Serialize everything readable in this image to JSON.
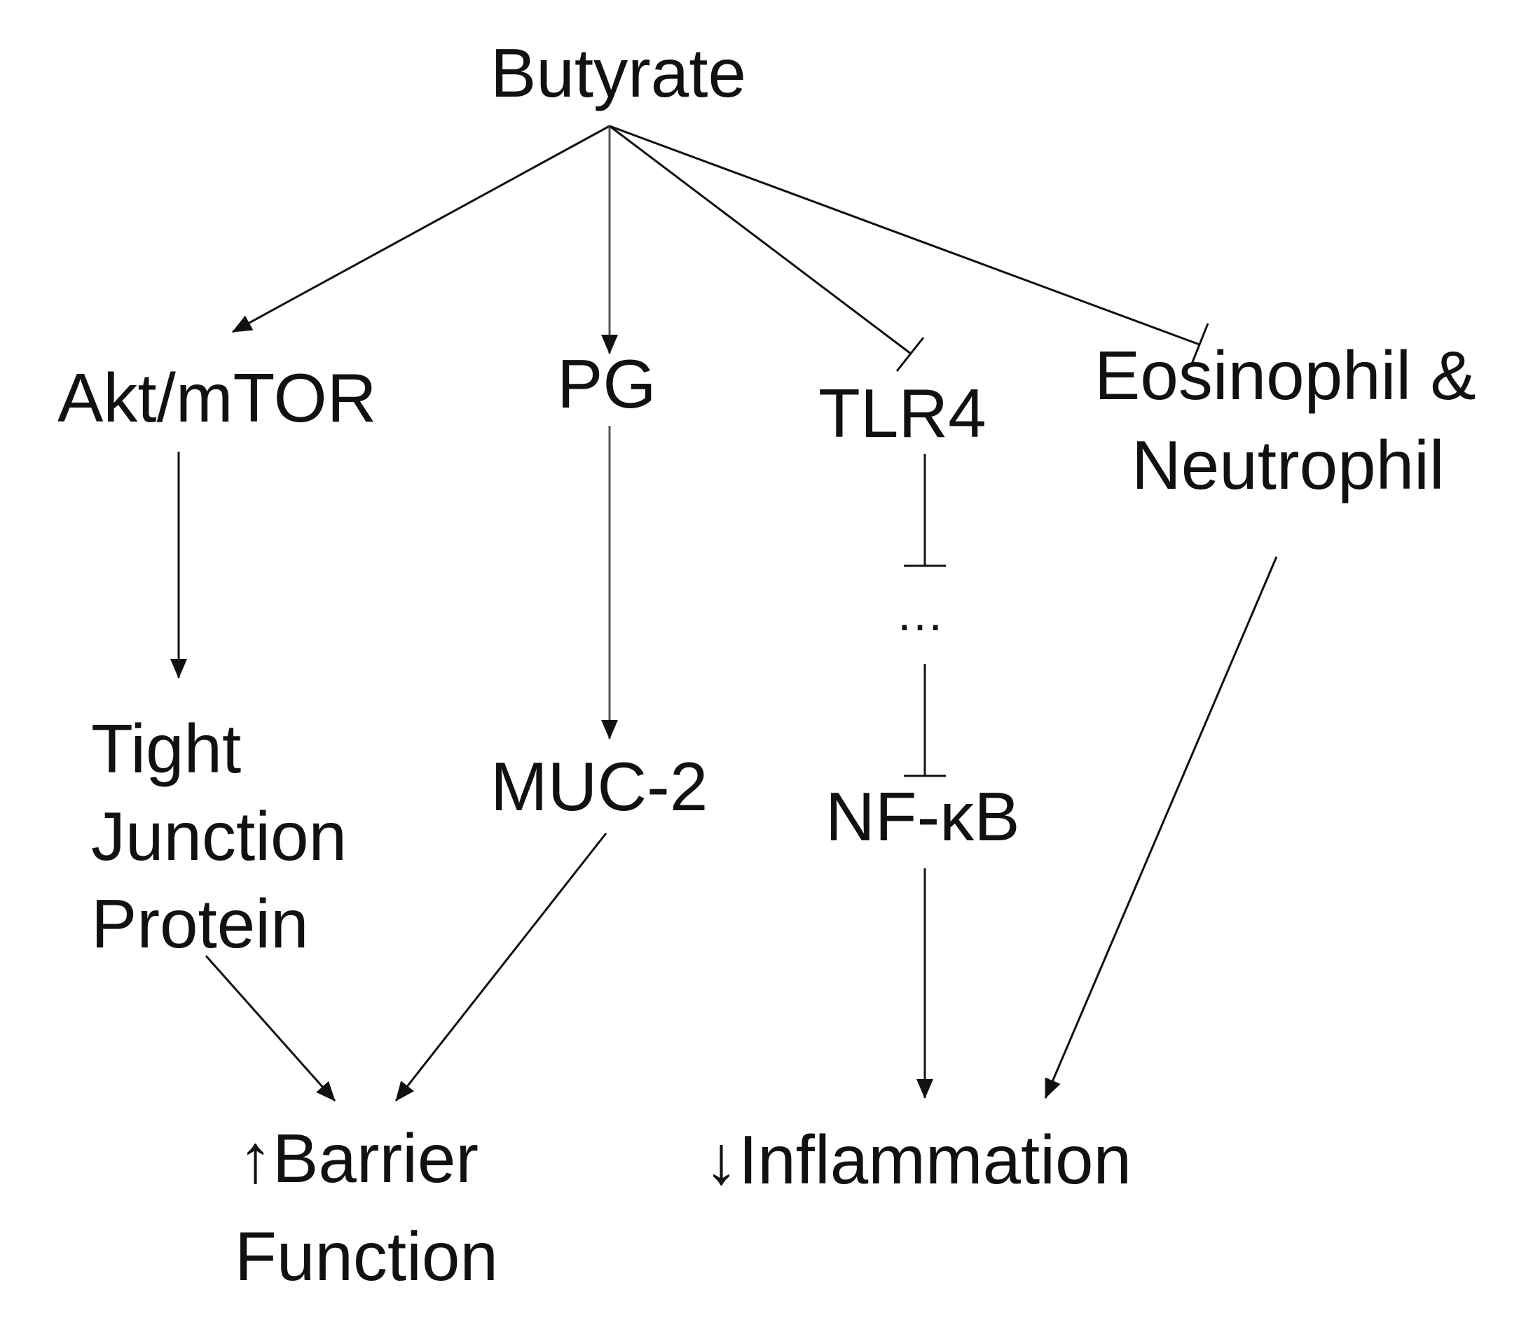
{
  "nodes": {
    "butyrate": "Butyrate",
    "akt_mtor": "Akt/mTOR",
    "pg": "PG",
    "tlr4": "TLR4",
    "eosinophil_line1": "Eosinophil &",
    "eosinophil_line2": "Neutrophil",
    "tight_line1": "Tight",
    "tight_line2": "Junction",
    "tight_line3": "Protein",
    "muc2": "MUC-2",
    "ellipsis": "…",
    "nfkb": "NF-κB",
    "barrier_line1": "↑Barrier",
    "barrier_line2": "Function",
    "inflammation": "↓Inflammation"
  },
  "edges": [
    {
      "from": "Butyrate",
      "to": "Akt/mTOR",
      "type": "activation"
    },
    {
      "from": "Butyrate",
      "to": "PG",
      "type": "activation"
    },
    {
      "from": "Butyrate",
      "to": "TLR4",
      "type": "inhibition"
    },
    {
      "from": "Butyrate",
      "to": "Eosinophil & Neutrophil",
      "type": "inhibition"
    },
    {
      "from": "Akt/mTOR",
      "to": "Tight Junction Protein",
      "type": "activation"
    },
    {
      "from": "PG",
      "to": "MUC-2",
      "type": "activation"
    },
    {
      "from": "TLR4",
      "to": "…",
      "type": "inhibition"
    },
    {
      "from": "…",
      "to": "NF-κB",
      "type": "inhibition"
    },
    {
      "from": "Tight Junction Protein",
      "to": "↑Barrier Function",
      "type": "activation"
    },
    {
      "from": "MUC-2",
      "to": "↑Barrier Function",
      "type": "activation"
    },
    {
      "from": "NF-κB",
      "to": "↓Inflammation",
      "type": "activation"
    },
    {
      "from": "Eosinophil & Neutrophil",
      "to": "↓Inflammation",
      "type": "activation"
    }
  ]
}
